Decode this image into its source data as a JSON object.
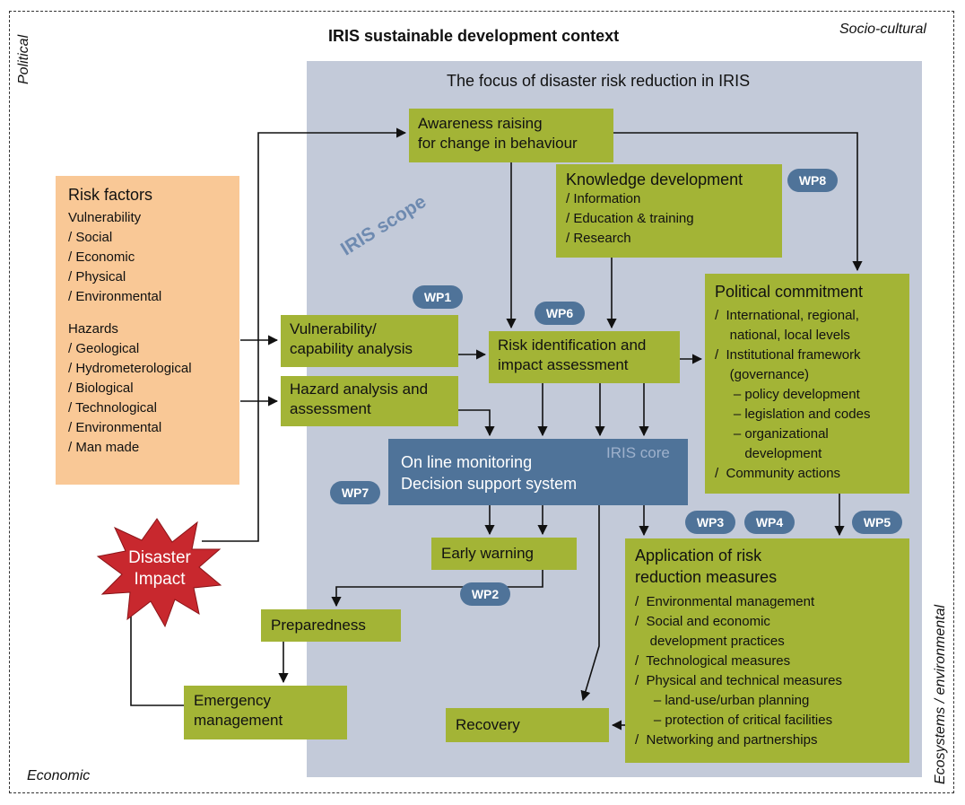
{
  "title": "IRIS sustainable development context",
  "context": {
    "political": "Political",
    "socio_cultural": "Socio-cultural",
    "economic": "Economic",
    "ecosystems": "Ecosystems / environmental"
  },
  "focus_title": "The focus of disaster risk reduction in IRIS",
  "iris_scope": "IRIS scope",
  "iris_core": "IRIS core",
  "risk_factors": {
    "heading": "Risk factors",
    "vulnerability_heading": "Vulnerability",
    "vulnerability": [
      "/  Social",
      "/  Economic",
      "/  Physical",
      "/  Environmental"
    ],
    "hazards_heading": "Hazards",
    "hazards": [
      "/  Geological",
      "/  Hydrometerological",
      "/  Biological",
      "/  Technological",
      "/  Environmental",
      "/  Man made"
    ]
  },
  "awareness": {
    "line1": "Awareness raising",
    "line2": "for change in behaviour"
  },
  "knowledge": {
    "heading": "Knowledge development",
    "items": [
      "/  Information",
      "/  Education & training",
      "/  Research"
    ]
  },
  "political_commitment": {
    "heading": "Political commitment",
    "items": [
      "/  International, regional,",
      "    national, local levels",
      "/  Institutional framework",
      "    (governance)",
      "     – policy development",
      "     – legislation and codes",
      "     – organizational",
      "        development",
      "/  Community actions"
    ]
  },
  "vulnerability_analysis": {
    "line1": "Vulnerability/",
    "line2": "capability analysis"
  },
  "risk_identification": {
    "line1": "Risk identification and",
    "line2": "impact assessment"
  },
  "hazard_analysis": {
    "line1": "Hazard analysis and",
    "line2": "assessment"
  },
  "monitoring": {
    "line1": "On line monitoring",
    "line2": "Decision support system"
  },
  "early_warning": "Early warning",
  "preparedness": "Preparedness",
  "emergency": {
    "line1": "Emergency",
    "line2": "management"
  },
  "recovery": "Recovery",
  "application": {
    "line1": "Application of risk",
    "line2": "reduction measures",
    "items": [
      "/  Environmental management",
      "/  Social and economic",
      "    development practices",
      "/  Technological measures",
      "/  Physical and technical measures",
      "     – land-use/urban planning",
      "     – protection of critical facilities",
      "/  Networking and partnerships"
    ]
  },
  "disaster": {
    "line1": "Disaster",
    "line2": "Impact"
  },
  "work_packages": {
    "wp1": "WP1",
    "wp2": "WP2",
    "wp3": "WP3",
    "wp4": "WP4",
    "wp5": "WP5",
    "wp6": "WP6",
    "wp7": "WP7",
    "wp8": "WP8"
  },
  "colors": {
    "green_box": "#a3b436",
    "orange_box": "#f9c896",
    "focus_panel": "#c3cad9",
    "core_box": "#4f7399",
    "wp_badge": "#4f7399",
    "disaster_star": "#c8282e"
  }
}
